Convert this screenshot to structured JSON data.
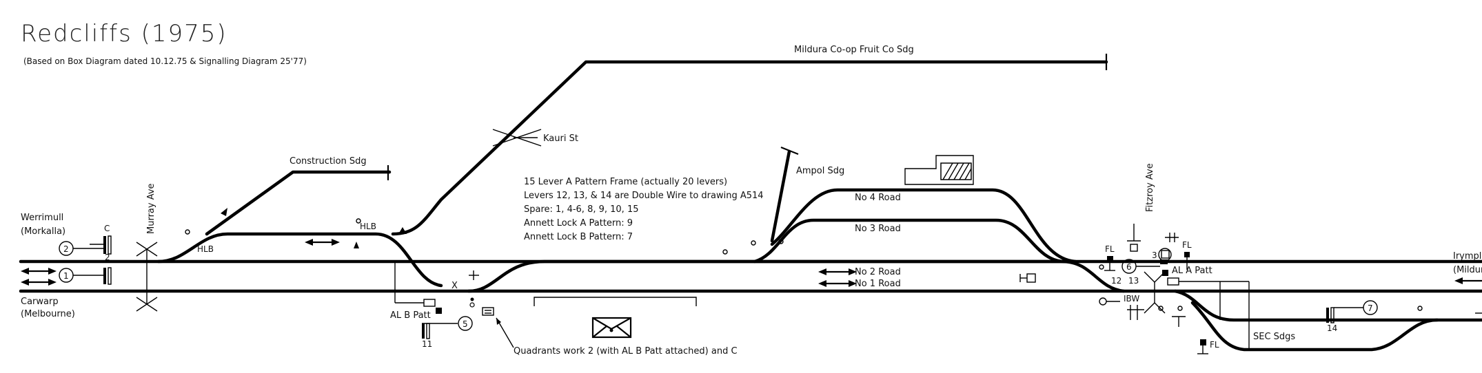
{
  "title": "Redcliffs (1975)",
  "subtitle": "(Based on Box Diagram dated 10.12.75 & Signalling Diagram 25'77)",
  "locations": {
    "werrimull": "Werrimull",
    "morkalla": "(Morkalla)",
    "carwarp": "Carwarp",
    "melbourne": "(Melbourne)",
    "irymple": "Irymple",
    "mildura": "(Mildura)"
  },
  "roads": {
    "murray_ave": "Murray Ave",
    "fitzroy_ave": "Fitzroy Ave",
    "kauri_st": "Kauri St"
  },
  "sidings": {
    "mildura_coop": "Mildura Co-op Fruit Co Sdg",
    "construction": "Construction Sdg",
    "ampol": "Ampol Sdg",
    "no4": "No 4 Road",
    "no3": "No 3 Road",
    "no2": "No 2 Road",
    "no1": "No 1 Road",
    "sec": "SEC Sdgs"
  },
  "notes": [
    "15 Lever A Pattern Frame (actually 20 levers)",
    "Levers 12, 13, & 14 are Double Wire to drawing A514",
    "Spare: 1, 4-6, 8, 9, 10, 15",
    "Annett Lock A Pattern: 9",
    "Annett Lock B Pattern: 7"
  ],
  "quadrants_note": "Quadrants work 2 (with AL B Patt attached) and C",
  "labels": {
    "hlb": "HLB",
    "al_b_patt": "AL B Patt",
    "al_a_patt": "AL A Patt",
    "fl": "FL",
    "ibw": "IBW",
    "x": "X",
    "c": "C"
  },
  "signals": [
    "1",
    "2",
    "3",
    "5",
    "6",
    "7"
  ],
  "levers": [
    "2",
    "11",
    "12",
    "13",
    "14"
  ],
  "colors": {
    "ink": "#000000",
    "background": "#ffffff"
  }
}
